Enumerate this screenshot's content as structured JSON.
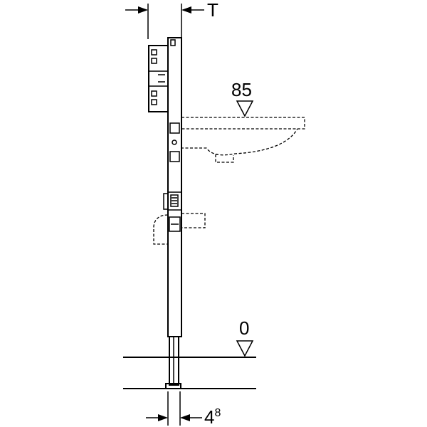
{
  "dimensions": {
    "depth_label": "T",
    "leg_label_base": "4",
    "leg_label_sup": "8"
  },
  "levels": {
    "basin_height": "85",
    "floor_level": "0"
  }
}
